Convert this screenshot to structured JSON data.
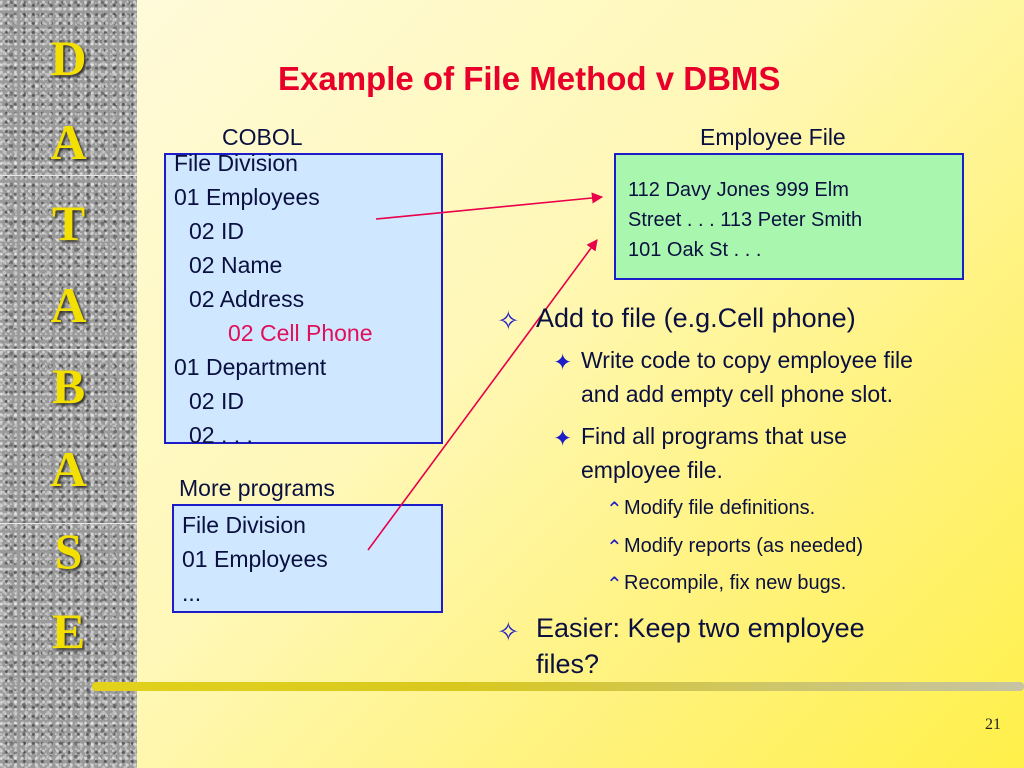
{
  "sidebar": {
    "letters": [
      "D",
      "A",
      "T",
      "A",
      "B",
      "A",
      "S",
      "E"
    ]
  },
  "title": "Example of File Method v DBMS",
  "labels": {
    "cobol": "COBOL",
    "employee_file": "Employee File",
    "more_programs": "More programs"
  },
  "cobol_box": {
    "lines": [
      "File Division",
      "01 Employees",
      "02 ID",
      "02 Name",
      "02 Address",
      "02 Cell Phone",
      "01 Department",
      "02 ID",
      "02 . . ."
    ]
  },
  "employee_box": {
    "lines": [
      "112 Davy Jones 999 Elm",
      "Street . . . 113 Peter Smith",
      "101 Oak St . . ."
    ]
  },
  "programs_box": {
    "lines": [
      "File Division",
      "01 Employees",
      "..."
    ]
  },
  "bullets": {
    "b1": "Add to file (e.g.Cell phone)",
    "b1a": [
      "Write code to copy employee file",
      "and add empty cell phone slot."
    ],
    "b1b": [
      "Find all programs that use",
      "employee file."
    ],
    "b1b_sub": [
      "Modify file definitions.",
      "Modify reports (as needed)",
      "Recompile, fix new bugs."
    ],
    "b2": [
      "Easier:  Keep two employee",
      "files?"
    ]
  },
  "marks": {
    "level1": "✧",
    "level2": "✦",
    "level3": "⌃"
  },
  "page_number": "21",
  "colors": {
    "title": "#e8002a",
    "highlight": "#e0105a",
    "box_border": "#1c1cc8",
    "cobol_fill": "#cfe7ff",
    "employee_fill": "#a9f7ae",
    "arrow": "#e8004a",
    "sidebar_letters": "#f4e000"
  }
}
